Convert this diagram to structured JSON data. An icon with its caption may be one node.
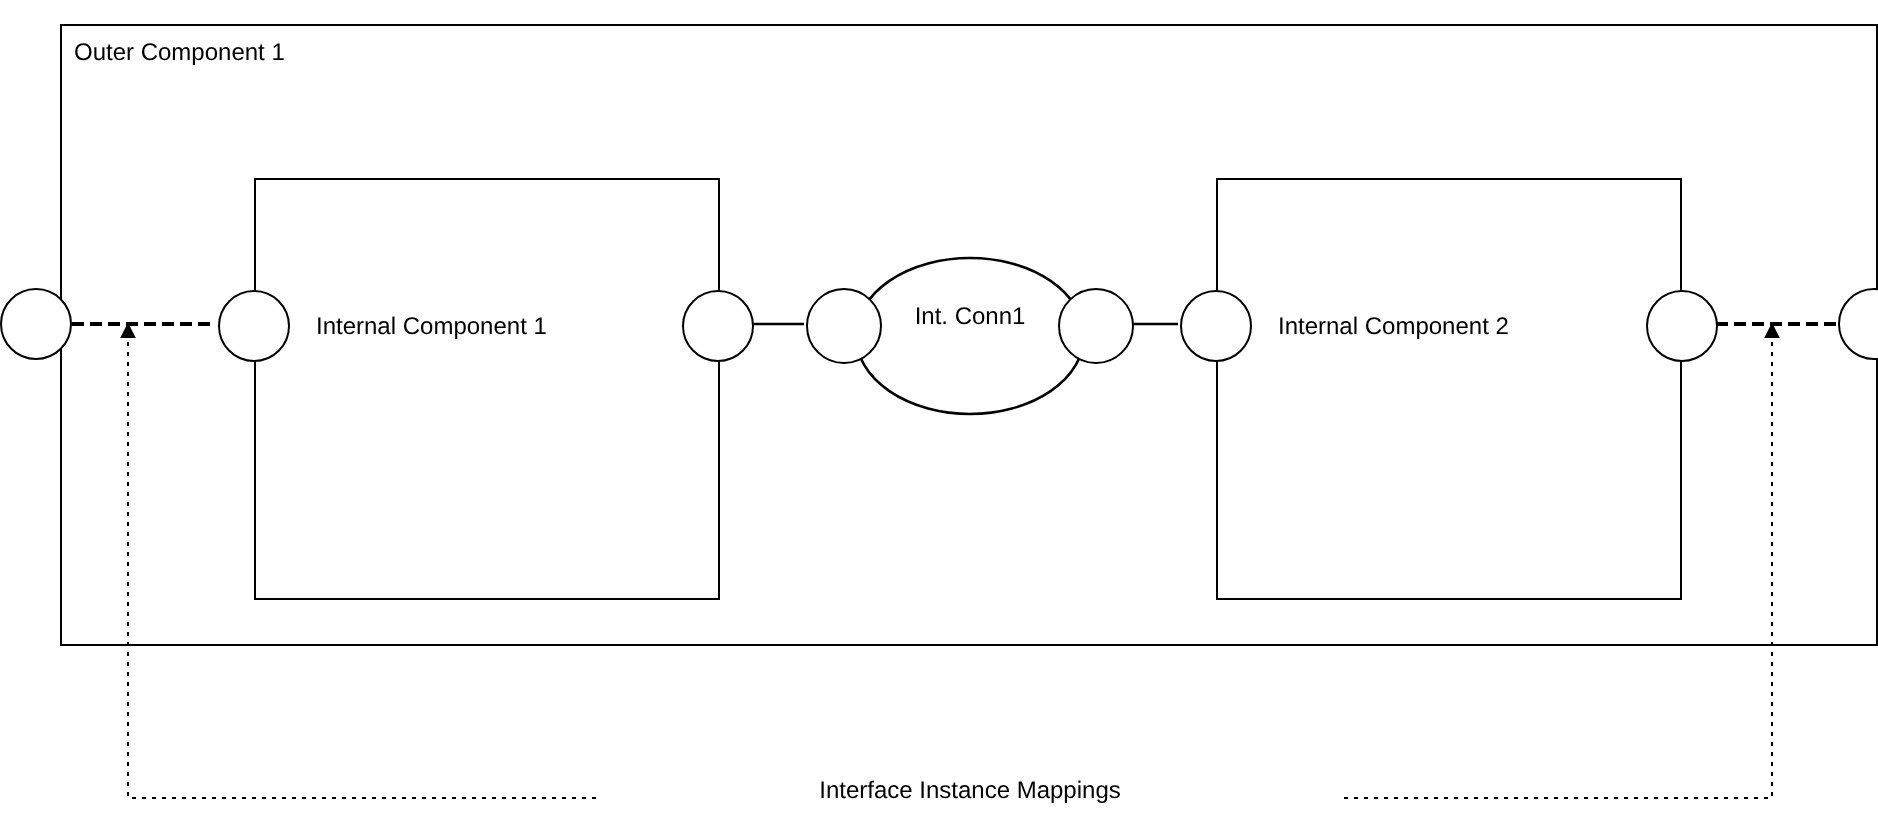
{
  "diagram": {
    "nodes": [
      {
        "text": [
          "Outer Component 1"
        ]
      },
      {
        "text": [
          "Internal Component 1"
        ],
        "in": 0
      },
      {
        "text": [
          "Int. Conn1"
        ],
        "in": 0
      },
      {
        "text": [
          "Internal Component 2"
        ],
        "in": 0
      },
      {
        "text": [],
        "shape": "circle"
      },
      {
        "text": [],
        "shape": "circle",
        "in": 0
      },
      {
        "text": [],
        "shape": "circle",
        "in": 0
      },
      {
        "text": [],
        "shape": "circle",
        "in": 0
      },
      {
        "text": [],
        "shape": "circle",
        "in": 0
      },
      {
        "text": [],
        "shape": "circle",
        "in": 0
      },
      {
        "text": [],
        "shape": "circle",
        "in": 0
      },
      {
        "text": [],
        "shape": "circle"
      },
      {
        "text": [
          "Interface Instance Mappings"
        ]
      }
    ],
    "edges": [
      {
        "from": 4,
        "to": 5,
        "arrow": "none",
        "style": "dashed"
      },
      {
        "from": 6,
        "to": 7,
        "arrow": "none"
      },
      {
        "from": 8,
        "to": 9,
        "arrow": "none"
      },
      {
        "from": 10,
        "to": 11,
        "arrow": "none",
        "style": "dashed"
      },
      {
        "from": 12,
        "to": null,
        "arrow": "to",
        "style": "dashed"
      },
      {
        "from": 12,
        "to": null,
        "arrow": "to",
        "style": "dashed"
      }
    ]
  }
}
